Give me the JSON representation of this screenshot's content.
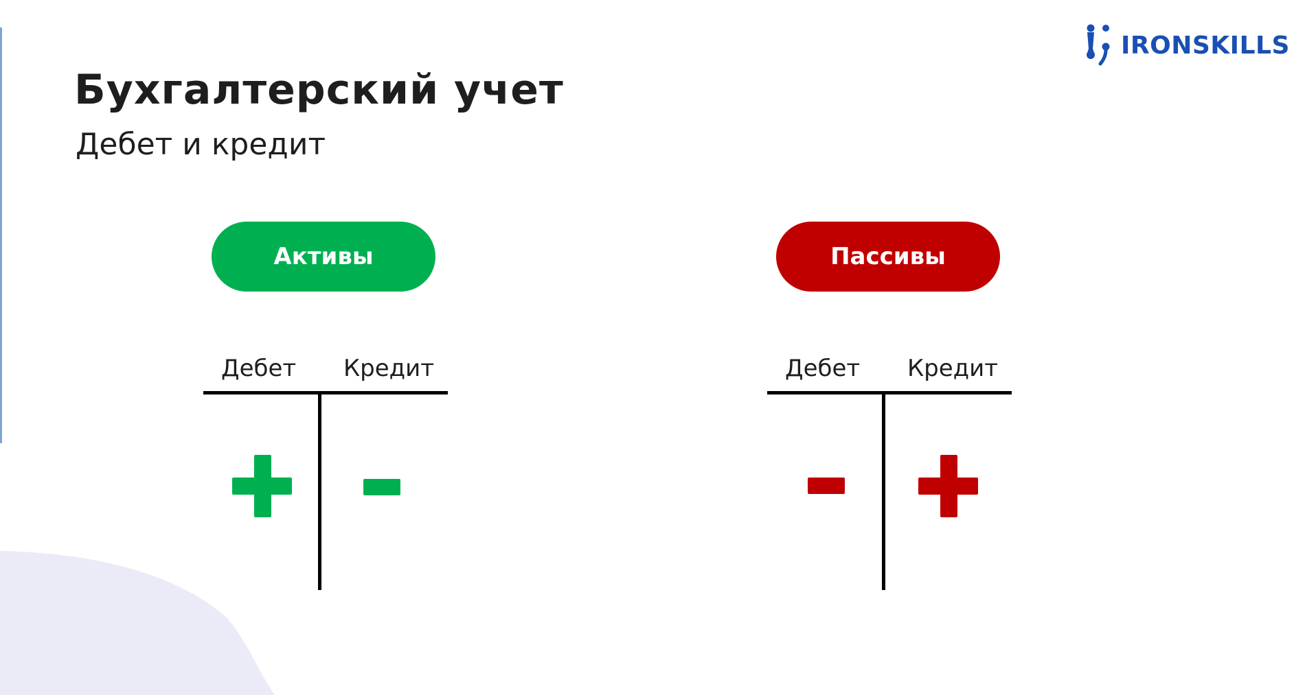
{
  "slide": {
    "title": "Бухгалтерский учет",
    "subtitle": "Дебет и кредит"
  },
  "logo": {
    "text": "IRONSKILLS",
    "icon": "ironskills-logo-icon",
    "color": "#1a4fb3"
  },
  "accounts": [
    {
      "label": "Активы",
      "color": "#00b050",
      "debit_label": "Дебет",
      "credit_label": "Кредит",
      "debit_sign": "plus",
      "credit_sign": "minus"
    },
    {
      "label": "Пассивы",
      "color": "#c00000",
      "debit_label": "Дебет",
      "credit_label": "Кредит",
      "debit_sign": "minus",
      "credit_sign": "plus"
    }
  ],
  "colors": {
    "assets": "#00b050",
    "liabilities": "#c00000",
    "background_shape": "#ebebf7",
    "text": "#1e1e1e"
  }
}
